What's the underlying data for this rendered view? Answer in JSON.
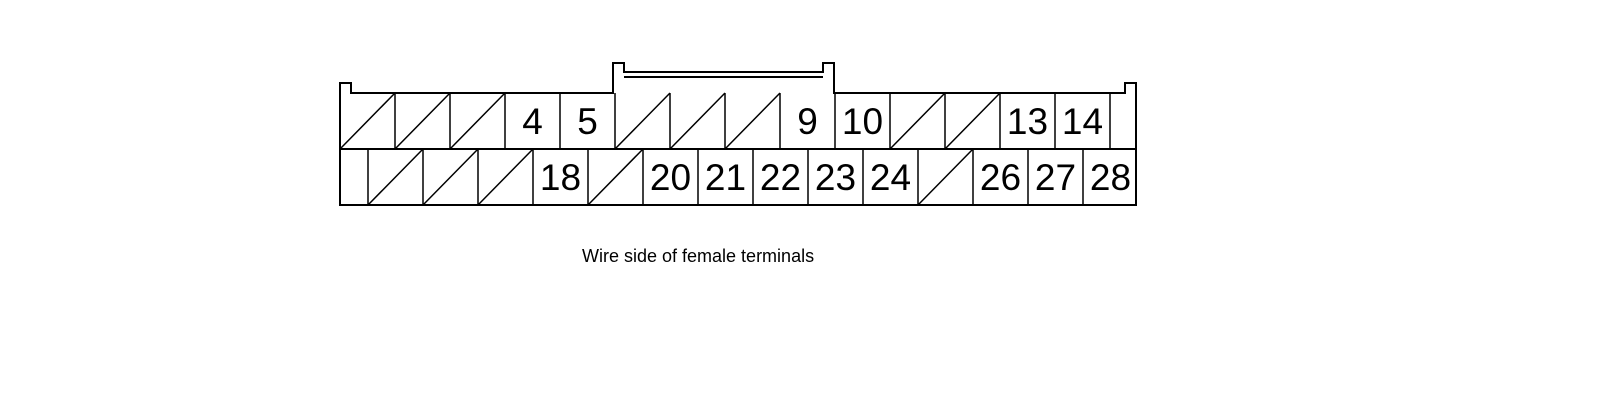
{
  "diagram": {
    "caption": "Wire side of female terminals",
    "line_color": "#000000",
    "background_color": "#ffffff",
    "rows": [
      {
        "name": "top",
        "cavities": [
          {
            "pin": 1,
            "label": "",
            "empty": true
          },
          {
            "pin": 2,
            "label": "",
            "empty": true
          },
          {
            "pin": 3,
            "label": "",
            "empty": true
          },
          {
            "pin": 4,
            "label": "4",
            "empty": false
          },
          {
            "pin": 5,
            "label": "5",
            "empty": false
          },
          {
            "pin": 6,
            "label": "",
            "empty": true
          },
          {
            "pin": 7,
            "label": "",
            "empty": true
          },
          {
            "pin": 8,
            "label": "",
            "empty": true
          },
          {
            "pin": 9,
            "label": "9",
            "empty": false
          },
          {
            "pin": 10,
            "label": "10",
            "empty": false
          },
          {
            "pin": 11,
            "label": "",
            "empty": true
          },
          {
            "pin": 12,
            "label": "",
            "empty": true
          },
          {
            "pin": 13,
            "label": "13",
            "empty": false
          },
          {
            "pin": 14,
            "label": "14",
            "empty": false
          }
        ]
      },
      {
        "name": "bottom",
        "cavities": [
          {
            "pin": 15,
            "label": "",
            "empty": true
          },
          {
            "pin": 16,
            "label": "",
            "empty": true
          },
          {
            "pin": 17,
            "label": "",
            "empty": true
          },
          {
            "pin": 18,
            "label": "18",
            "empty": false
          },
          {
            "pin": 19,
            "label": "",
            "empty": true
          },
          {
            "pin": 20,
            "label": "20",
            "empty": false
          },
          {
            "pin": 21,
            "label": "21",
            "empty": false
          },
          {
            "pin": 22,
            "label": "22",
            "empty": false
          },
          {
            "pin": 23,
            "label": "23",
            "empty": false
          },
          {
            "pin": 24,
            "label": "24",
            "empty": false
          },
          {
            "pin": 25,
            "label": "",
            "empty": true
          },
          {
            "pin": 26,
            "label": "26",
            "empty": false
          },
          {
            "pin": 27,
            "label": "27",
            "empty": false
          },
          {
            "pin": 28,
            "label": "28",
            "empty": false
          }
        ]
      }
    ]
  }
}
